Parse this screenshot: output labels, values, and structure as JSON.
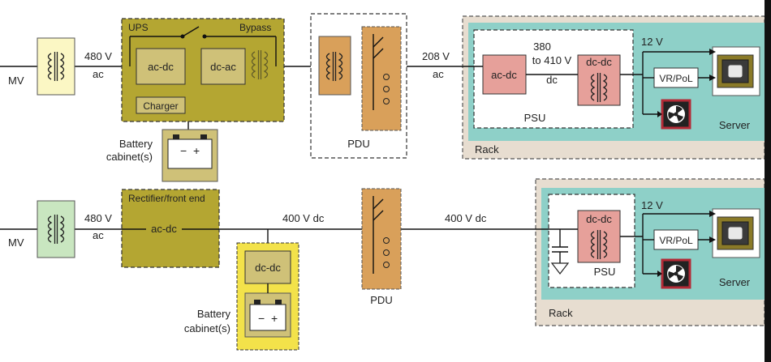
{
  "colors": {
    "ups_fill": "#b4a632",
    "ups_box": "#cfc178",
    "pdu_fill": "#d9a05a",
    "rack_fill": "#e7ddd0",
    "teal": "#8ed0c8",
    "psu_box": "#e6a09a",
    "yellow": "#f3e24a",
    "xfmr_top": "#fbf7c4",
    "xfmr_bottom": "#c9e6c0"
  },
  "top": {
    "mv": "MV",
    "feed_v": "480 V",
    "feed_ac": "ac",
    "ups_title": "UPS",
    "bypass": "Bypass",
    "acdc": "ac-dc",
    "dcac": "dc-ac",
    "charger": "Charger",
    "battery_1": "Battery",
    "battery_2": "cabinet(s)",
    "pdu": "PDU",
    "out_v": "208 V",
    "out_ac": "ac",
    "psu_acdc": "ac-dc",
    "bus_1": "380",
    "bus_2": "to 410 V",
    "bus_3": "dc",
    "psu_dcdc": "dc-dc",
    "psu": "PSU",
    "v12": "12 V",
    "vrpol": "VR/PoL",
    "server": "Server",
    "rack": "Rack"
  },
  "bottom": {
    "mv": "MV",
    "feed_v": "480 V",
    "feed_ac": "ac",
    "rect_title": "Rectifier/front end",
    "acdc": "ac-dc",
    "bus_v": "400 V dc",
    "dcdc": "dc-dc",
    "battery_1": "Battery",
    "battery_2": "cabinet(s)",
    "pdu": "PDU",
    "out_v": "400 V dc",
    "psu_dcdc": "dc-dc",
    "psu": "PSU",
    "v12": "12 V",
    "vrpol": "VR/PoL",
    "server": "Server",
    "rack": "Rack"
  }
}
